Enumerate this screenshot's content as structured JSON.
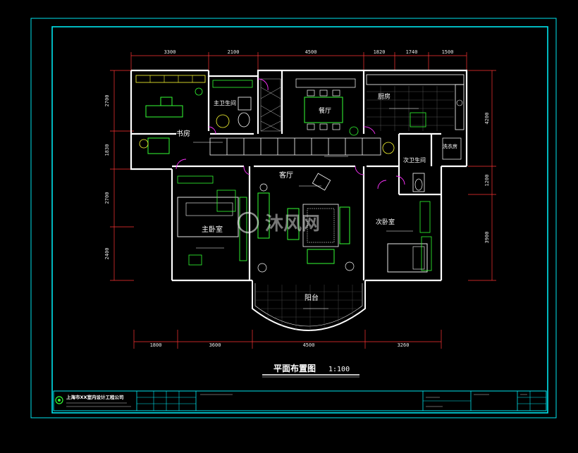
{
  "drawing": {
    "title": "平面布置图",
    "scale": "1:100",
    "watermark_text": "沐风网",
    "colors": {
      "frame": "#00e5ee",
      "wall": "#ffffff",
      "furniture_green": "#33ff33",
      "furniture_yellow": "#ffff33",
      "dimension": "#ff3333",
      "accent_magenta": "#ff33ff",
      "hatch": "#999999"
    }
  },
  "dimensions": {
    "top": [
      "3300",
      "2100",
      "4500",
      "1820",
      "1740",
      "1500"
    ],
    "bottom": [
      "1800",
      "3600",
      "4500",
      "3260"
    ],
    "left": [
      "2700",
      "1830",
      "2700",
      "2400"
    ],
    "right": [
      "4200",
      "1200",
      "3900"
    ]
  },
  "rooms": {
    "study": "书房",
    "master_bath": "主卫生间",
    "dining": "餐厅",
    "kitchen": "厨房",
    "utility": "洗衣房",
    "guest_bath": "次卫生间",
    "living": "客厅",
    "master_bed": "主卧室",
    "second_bed": "次卧室",
    "balcony": "阳台"
  },
  "title_block": {
    "company": "上海市XX室内设计工程公司"
  }
}
